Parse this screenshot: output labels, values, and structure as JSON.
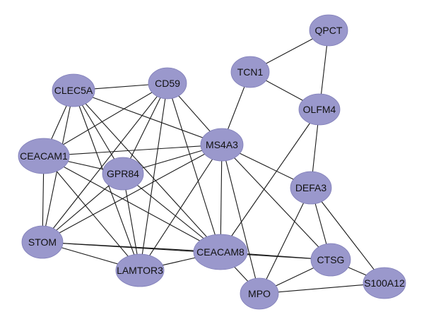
{
  "network": {
    "node_color": "#9a98cc",
    "edge_color": "#1a1a1a",
    "nodes": [
      {
        "id": "QPCT",
        "label": "QPCT"
      },
      {
        "id": "TCN1",
        "label": "TCN1"
      },
      {
        "id": "OLFM4",
        "label": "OLFM4"
      },
      {
        "id": "CLEC5A",
        "label": "CLEC5A"
      },
      {
        "id": "CD59",
        "label": "CD59"
      },
      {
        "id": "MS4A3",
        "label": "MS4A3"
      },
      {
        "id": "CEACAM1",
        "label": "CEACAM1"
      },
      {
        "id": "GPR84",
        "label": "GPR84"
      },
      {
        "id": "DEFA3",
        "label": "DEFA3"
      },
      {
        "id": "STOM",
        "label": "STOM"
      },
      {
        "id": "CEACAM8",
        "label": "CEACAM8"
      },
      {
        "id": "CTSG",
        "label": "CTSG"
      },
      {
        "id": "LAMTOR3",
        "label": "LAMTOR3"
      },
      {
        "id": "S100A12",
        "label": "S100A12"
      },
      {
        "id": "MPO",
        "label": "MPO"
      }
    ],
    "edges": [
      [
        "QPCT",
        "TCN1"
      ],
      [
        "QPCT",
        "OLFM4"
      ],
      [
        "TCN1",
        "OLFM4"
      ],
      [
        "TCN1",
        "MS4A3"
      ],
      [
        "OLFM4",
        "DEFA3"
      ],
      [
        "OLFM4",
        "CEACAM8"
      ],
      [
        "CLEC5A",
        "CD59"
      ],
      [
        "CLEC5A",
        "MS4A3"
      ],
      [
        "CLEC5A",
        "CEACAM1"
      ],
      [
        "CLEC5A",
        "GPR84"
      ],
      [
        "CLEC5A",
        "STOM"
      ],
      [
        "CLEC5A",
        "LAMTOR3"
      ],
      [
        "CLEC5A",
        "CEACAM8"
      ],
      [
        "CD59",
        "MS4A3"
      ],
      [
        "CD59",
        "CEACAM1"
      ],
      [
        "CD59",
        "GPR84"
      ],
      [
        "CD59",
        "STOM"
      ],
      [
        "CD59",
        "LAMTOR3"
      ],
      [
        "CD59",
        "CEACAM8"
      ],
      [
        "MS4A3",
        "CEACAM1"
      ],
      [
        "MS4A3",
        "GPR84"
      ],
      [
        "MS4A3",
        "STOM"
      ],
      [
        "MS4A3",
        "LAMTOR3"
      ],
      [
        "MS4A3",
        "CEACAM8"
      ],
      [
        "MS4A3",
        "DEFA3"
      ],
      [
        "MS4A3",
        "MPO"
      ],
      [
        "MS4A3",
        "CTSG"
      ],
      [
        "CEACAM1",
        "GPR84"
      ],
      [
        "CEACAM1",
        "STOM"
      ],
      [
        "CEACAM1",
        "LAMTOR3"
      ],
      [
        "CEACAM1",
        "CEACAM8"
      ],
      [
        "GPR84",
        "STOM"
      ],
      [
        "GPR84",
        "LAMTOR3"
      ],
      [
        "GPR84",
        "CEACAM8"
      ],
      [
        "STOM",
        "LAMTOR3"
      ],
      [
        "STOM",
        "CEACAM8"
      ],
      [
        "STOM",
        "CTSG"
      ],
      [
        "LAMTOR3",
        "CEACAM8"
      ],
      [
        "CEACAM8",
        "CTSG"
      ],
      [
        "CEACAM8",
        "MPO"
      ],
      [
        "DEFA3",
        "CTSG"
      ],
      [
        "DEFA3",
        "MPO"
      ],
      [
        "DEFA3",
        "S100A12"
      ],
      [
        "CTSG",
        "MPO"
      ],
      [
        "CTSG",
        "S100A12"
      ],
      [
        "MPO",
        "S100A12"
      ]
    ]
  }
}
